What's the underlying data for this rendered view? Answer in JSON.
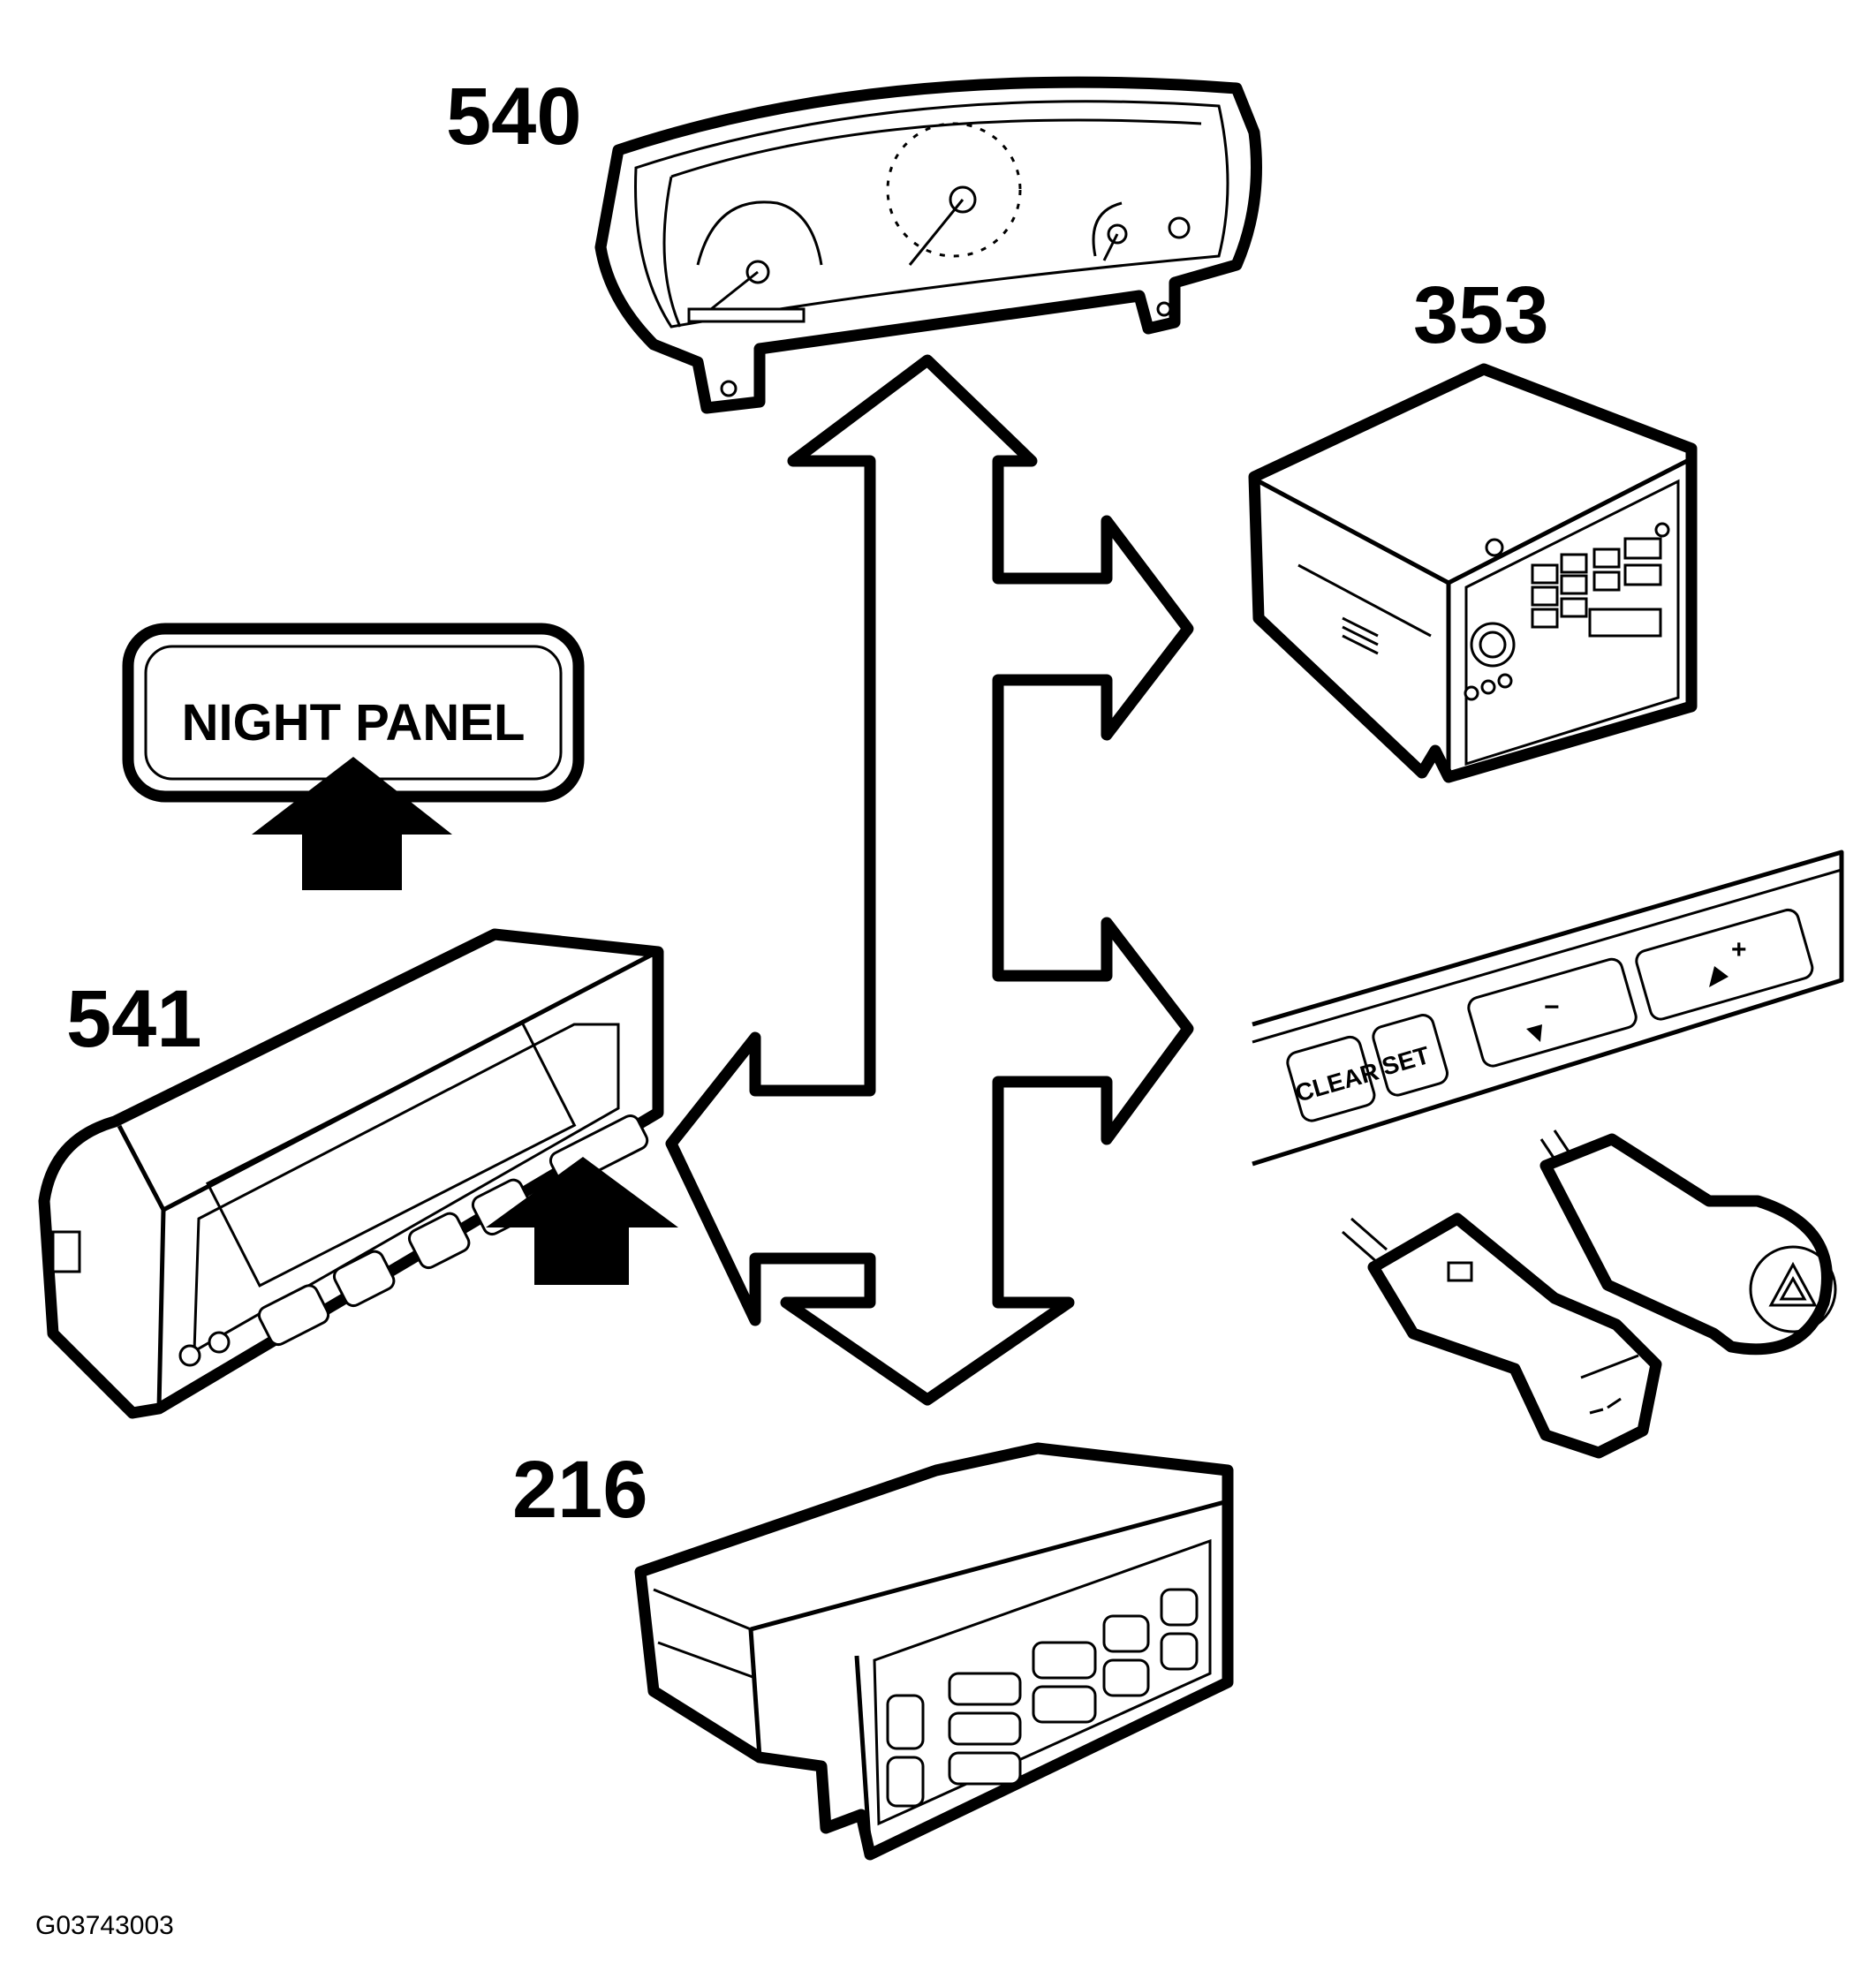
{
  "labels": {
    "instrument_cluster": "540",
    "radio": "353",
    "driver_info_center": "541",
    "hvac_control": "216"
  },
  "night_panel_button": "NIGHT PANEL",
  "steering_controls": {
    "clear": "CLEAR",
    "set": "SET",
    "minus": "−",
    "plus": "+"
  },
  "dic_buttons": {
    "clear": "CLEAR",
    "set": "SET",
    "minus": "−",
    "plus": "+",
    "night_panel": "NIGHT PANEL"
  },
  "figure_id": "G03743003",
  "colors": {
    "line": "#000000",
    "background": "#ffffff"
  }
}
